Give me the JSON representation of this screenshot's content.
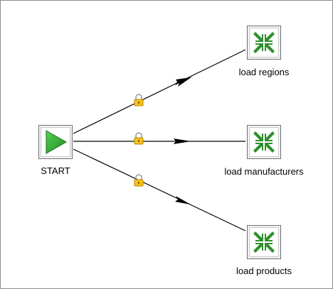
{
  "colors": {
    "start_green": "#2ea52e",
    "merge_green": "#2f8f2f",
    "lock_yellow": "#f5c21b",
    "edge": "#000000"
  },
  "nodes": {
    "start": {
      "label": "START",
      "icon": "play-icon"
    },
    "regions": {
      "label": "load regions",
      "icon": "merge-arrows-icon"
    },
    "manufacturers": {
      "label": "load manufacturers",
      "icon": "merge-arrows-icon"
    },
    "products": {
      "label": "load products",
      "icon": "merge-arrows-icon"
    }
  },
  "hops": [
    {
      "from": "START",
      "to": "load regions",
      "icon": "lock-icon"
    },
    {
      "from": "START",
      "to": "load manufacturers",
      "icon": "lock-icon"
    },
    {
      "from": "START",
      "to": "load products",
      "icon": "lock-icon"
    }
  ]
}
